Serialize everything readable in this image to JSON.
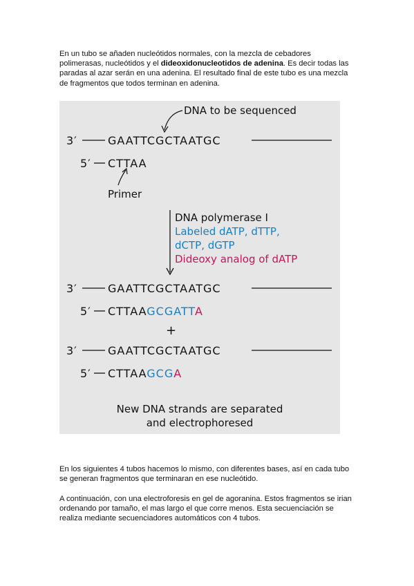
{
  "paragraph1": {
    "before": "En un tubo se añaden nucleótidos normales, con la mezcla de cebadores polimerasas, nucleótidos y el ",
    "bold": "dideoxidonucleotidos de adenina",
    "after": ". Es decir todas las paradas al azar serán en una adenina. El resultado final de este tubo es una mezcla de fragmentos que todos terminan en adenina."
  },
  "figure": {
    "label_dna": "DNA to be sequenced",
    "prime3": "3′",
    "prime5": "5′",
    "template": "GAATTCGCTAATGC",
    "primer": "CTTAA",
    "label_primer": "Primer",
    "reagent1": "DNA polymerase I",
    "reagent2": "Labeled dATP, dTTP,",
    "reagent3": "dCTP, dGTP",
    "reagent4": "Dideoxy analog of dATP",
    "product1_black": "CTTAA",
    "product1_blue": "GCGATT",
    "product1_red": "A",
    "plus": "+",
    "product2_black": "CTTAA",
    "product2_blue": "GCG",
    "product2_red": "A",
    "caption1": "New DNA strands are separated",
    "caption2": "and electrophoresed",
    "colors": {
      "blue": "#1a7fc1",
      "red": "#c2185b",
      "background": "#e6e6e6"
    }
  },
  "paragraph2": "En los siguientes 4 tubos hacemos lo mismo, con diferentes bases, así en cada tubo se generan fragmentos que terminaran en ese nucleótido.",
  "paragraph3": "A continuación, con una electroforesis en gel de agoranina. Estos fragmentos se irian ordenando por tamaño, el mas largo el que corre menos. Esta secuenciación se realiza mediante secuenciadores automáticos con 4 tubos."
}
